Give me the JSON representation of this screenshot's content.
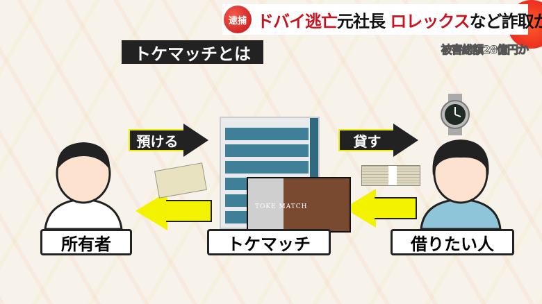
{
  "headline": {
    "badge": "逮捕",
    "part1_red": "ドバイ逃亡",
    "part2": "元社長",
    "part3_red": "ロレックス",
    "part4": "など詐取か"
  },
  "subheadline": "被害総額28億円か",
  "title": "トケマッチとは",
  "arrows": {
    "deposit": "預ける",
    "lend": "貸す"
  },
  "nodes": {
    "owner": "所有者",
    "company": "トケマッチ",
    "borrower": "借りたい人"
  },
  "photo_logo": "TOKE MATCH",
  "colors": {
    "red": "#c8141e",
    "yellow": "#f3f300",
    "dark": "#222222",
    "building": "#3f8098"
  }
}
